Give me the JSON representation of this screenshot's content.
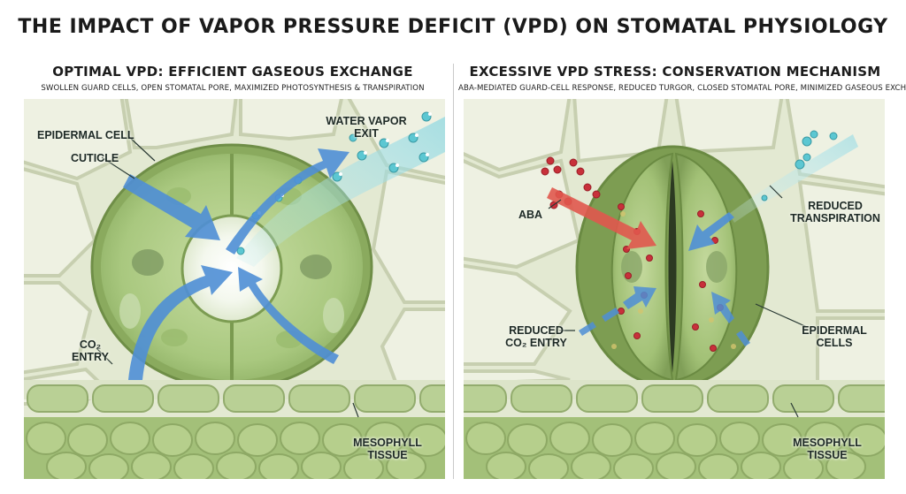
{
  "title": "THE IMPACT OF VAPOR PRESSURE DEFICIT (VPD) ON STOMATAL PHYSIOLOGY",
  "left_panel": {
    "heading": "OPTIMAL VPD: EFFICIENT GASEOUS EXCHANGE",
    "subheading": "SWOLLEN GUARD CELLS, OPEN STOMATAL PORE, MAXIMIZED PHOTOSYNTHESIS & TRANSPIRATION",
    "labels": {
      "epidermal_cell": "EPIDERMAL CELL",
      "cuticle": "CUTICLE",
      "water_vapor_line1": "WATER VAPOR",
      "water_vapor_line2": "EXIT",
      "co2_line1": "CO₂",
      "co2_line2": "ENTRY",
      "mesophyll_line1": "MESOPHYLL",
      "mesophyll_line2": "TISSUE"
    }
  },
  "right_panel": {
    "heading": "EXCESSIVE VPD STRESS: CONSERVATION MECHANISM",
    "subheading": "ABA-MEDIATED GUARD-CELL RESPONSE, REDUCED TURGOR, CLOSED STOMATAL PORE, MINIMIZED GASEOUS EXCHANGE",
    "labels": {
      "aba": "ABA",
      "reduced_transpiration_line1": "REDUCED",
      "reduced_transpiration_line2": "TRANSPIRATION",
      "reduced_co2_line1": "REDUCED",
      "reduced_co2_line2": "CO₂ ENTRY",
      "epidermal_line1": "EPIDERMAL",
      "epidermal_line2": "CELLS",
      "mesophyll_line1": "MESOPHYLL",
      "mesophyll_line2": "TISSUE"
    }
  },
  "colors": {
    "tissue_background": "#e3e9d2",
    "cell_wall": "#c7cfb0",
    "guard_cell": "#a6c77a",
    "mesophyll": "#9fbe76",
    "arrow_blue": "#4f8fd6",
    "aba_red": "#c8303a",
    "vapor": "#7fd4dc"
  }
}
